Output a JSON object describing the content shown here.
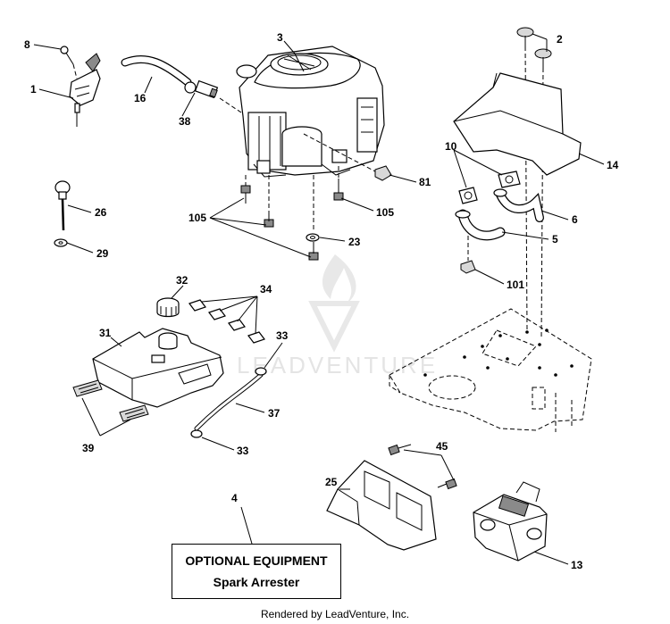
{
  "callouts": [
    "1",
    "2",
    "3",
    "4",
    "5",
    "6",
    "8",
    "10",
    "13",
    "14",
    "16",
    "23",
    "25",
    "26",
    "29",
    "31",
    "32",
    "33",
    "33",
    "34",
    "37",
    "38",
    "39",
    "45",
    "81",
    "101",
    "105",
    "105"
  ],
  "optional_box": {
    "title": "OPTIONAL EQUIPMENT",
    "subtitle": "Spark Arrester"
  },
  "watermark": {
    "text": "LEADVENTURE"
  },
  "credit": "Rendered by LeadVenture, Inc."
}
